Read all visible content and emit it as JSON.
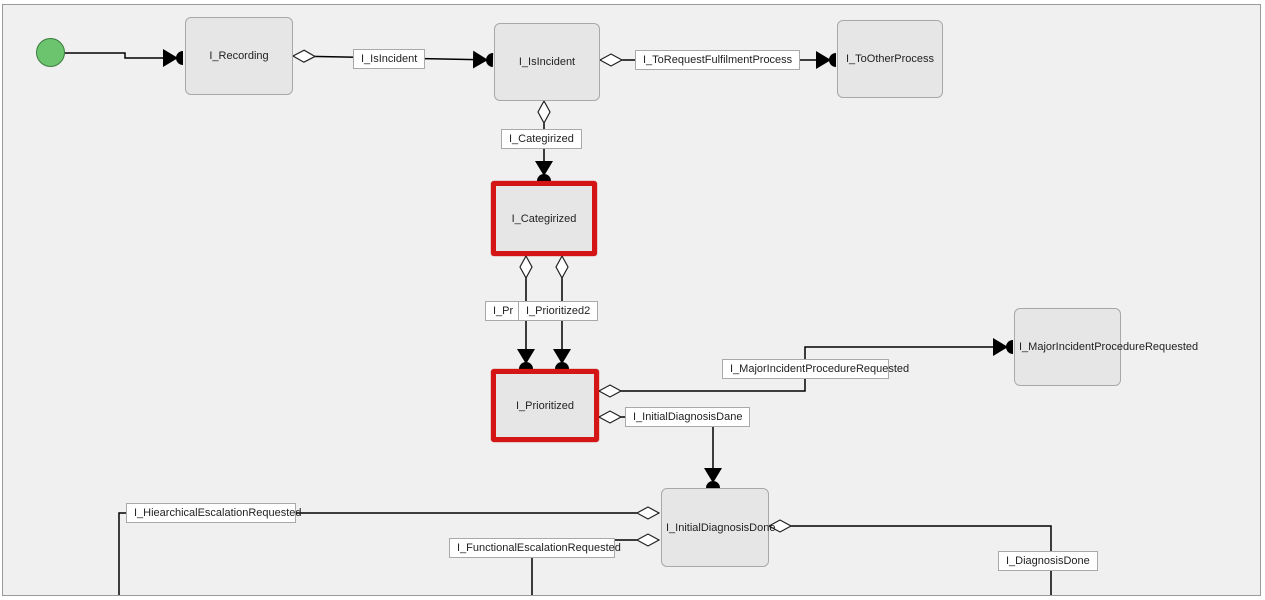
{
  "nodes": {
    "recording": "I_Recording",
    "is_incident": "I_IsIncident",
    "to_other_process": "I_ToOtherProcess",
    "categirized": "I_Categirized",
    "prioritized": "I_Prioritized",
    "major_incident_procedure_requested": "I_MajorIncidentProcedureRequested",
    "initial_diagnosis_done": "I_InitialDiagnosisDone"
  },
  "edge_labels": {
    "is_incident": "I_IsIncident",
    "to_request_fulfilment_process": "I_ToRequestFulfilmentProcess",
    "categirized": "I_Categirized",
    "pr": "I_Pr",
    "prioritized2": "I_Prioritized2",
    "major_incident_procedure_requested": "I_MajorIncidentProcedureRequested",
    "initial_diagnosis_dane": "I_InitialDiagnosisDane",
    "hiearchical_escalation_requested": "I_HiearchicalEscalationRequested",
    "functional_escalation_requested": "I_FunctionalEscalationRequested",
    "diagnosis_done": "I_DiagnosisDone"
  },
  "colors": {
    "start_fill": "#6cc46f",
    "highlight_border": "#d41515",
    "node_fill": "#e6e6e6",
    "canvas_bg": "#f0f0f0"
  }
}
